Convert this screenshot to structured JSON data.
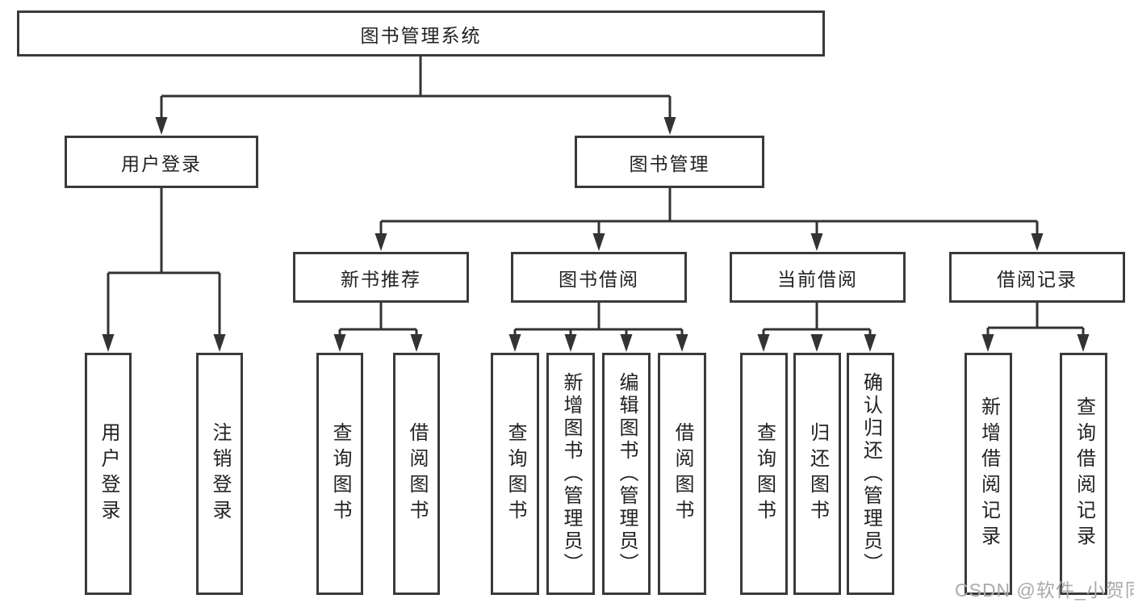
{
  "tree": {
    "root": {
      "label": "图书管理系统"
    },
    "branches": [
      {
        "label": "用户登录",
        "children": [
          "用户登录",
          "注销登录"
        ]
      },
      {
        "label": "图书管理",
        "modules": [
          {
            "label": "新书推荐",
            "children": [
              "查询图书",
              "借阅图书"
            ]
          },
          {
            "label": "图书借阅",
            "children": [
              "查询图书",
              "新增图书（管理员）",
              "编辑图书（管理员）",
              "借阅图书"
            ]
          },
          {
            "label": "当前借阅",
            "children": [
              "查询图书",
              "归还图书",
              "确认归还（管理员）"
            ]
          },
          {
            "label": "借阅记录",
            "children": [
              "新增借阅记录",
              "查询借阅记录"
            ]
          }
        ]
      }
    ]
  },
  "watermark": "CSDN @软件_小贺同学",
  "colors": {
    "line": "#333333",
    "border": "#3a3a3a",
    "text": "#222222",
    "watermark": "#aaaaaa"
  }
}
